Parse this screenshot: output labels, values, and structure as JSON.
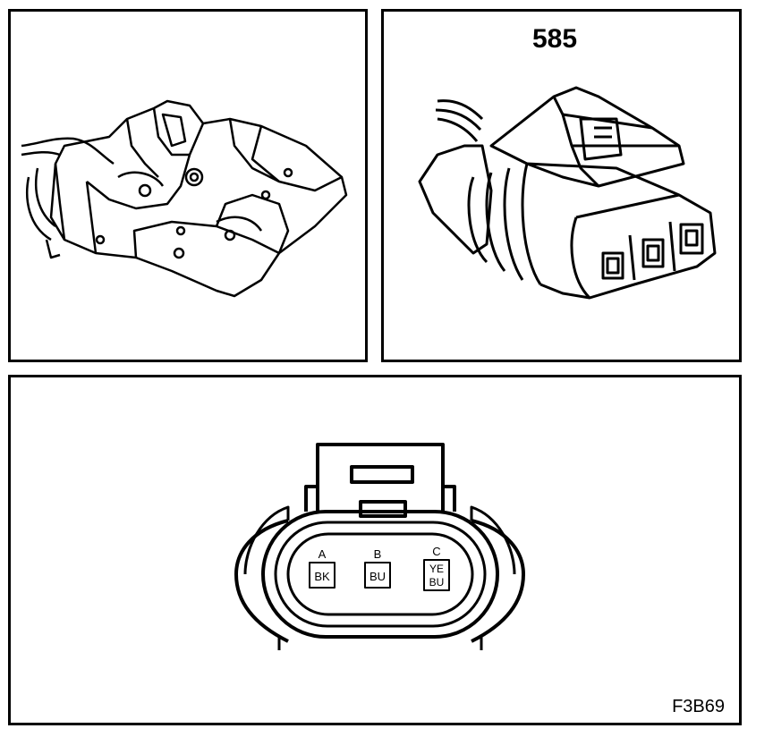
{
  "connector_number": "585",
  "figure_id": "F3B69",
  "pins": [
    {
      "letter": "A",
      "wire_line1": "BK",
      "wire_line2": ""
    },
    {
      "letter": "B",
      "wire_line1": "BU",
      "wire_line2": ""
    },
    {
      "letter": "C",
      "wire_line1": "YE",
      "wire_line2": "BU"
    }
  ]
}
